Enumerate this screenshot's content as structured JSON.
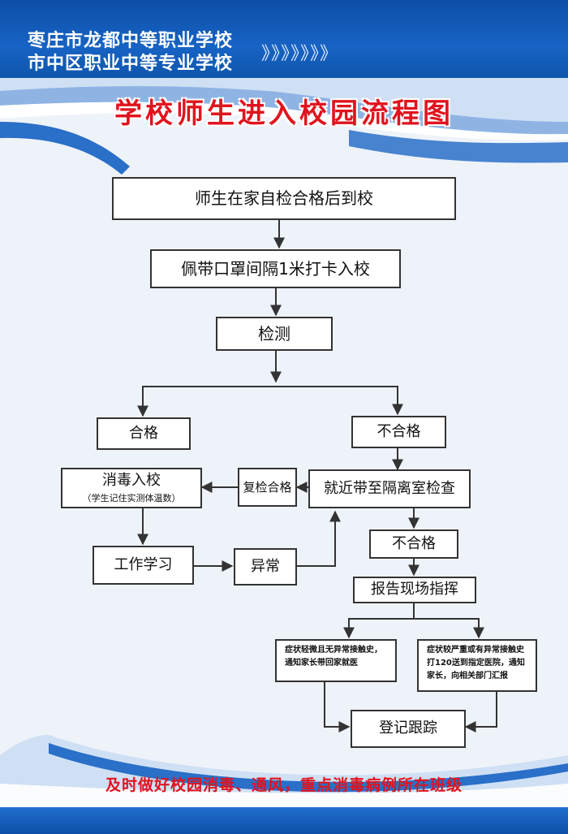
{
  "header": {
    "school_line1": "枣庄市龙都中等职业学校",
    "school_line2": "市中区职业中等专业学校",
    "chevrons": "》》》》》》》"
  },
  "title": "学校师生进入校园流程图",
  "nodes": {
    "self_check": "师生在家自检合格后到校",
    "mask_entry": "佩带口罩间隔1米打卡入校",
    "detect": "检测",
    "pass": "合格",
    "fail": "不合格",
    "disinfect": "消毒入校",
    "disinfect_note": "（学生记住实测体温数）",
    "recheck_pass": "复检合格",
    "isolation_check": "就近带至隔离室检查",
    "work_study": "工作学习",
    "abnormal": "异常",
    "fail_again": "不合格",
    "report": "报告现场指挥",
    "mild_line1": "症状轻微且无异常接触史，",
    "mild_line2": "通知家长带回家就医",
    "severe_line1": "症状较严重或有异常接触史",
    "severe_line2": "打120送到指定医院，通知",
    "severe_line3": "家长，向相关部门汇报",
    "register": "登记跟踪"
  },
  "footer": "及时做好校园消毒、通风，重点消毒病例所在班级",
  "colors": {
    "header_blue": "#0d4fa6",
    "title_red": "#e0141e",
    "line": "#333333"
  }
}
